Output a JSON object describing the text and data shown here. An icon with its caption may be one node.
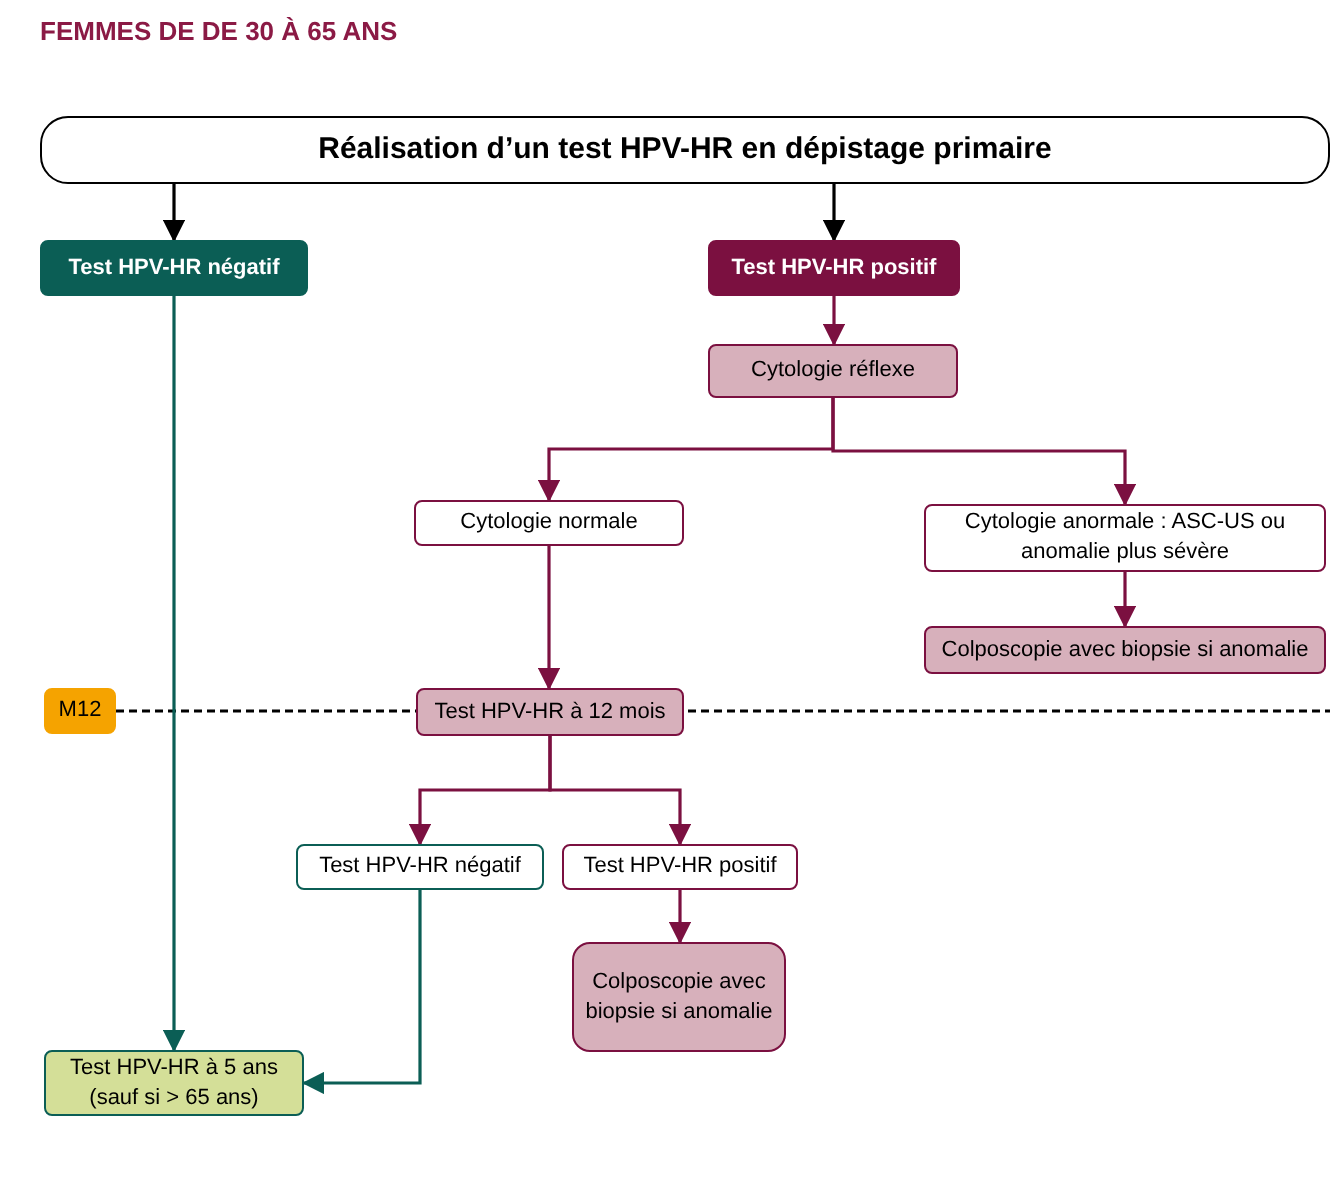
{
  "diagram": {
    "title": "FEMMES DE DE 30 À 65 ANS",
    "nodes": [
      {
        "text": [
          "Réalisation d’un test HPV-HR en dépistage primaire"
        ]
      },
      {
        "text": [
          "Test HPV-HR négatif"
        ]
      },
      {
        "text": [
          "Test HPV-HR positif"
        ]
      },
      {
        "text": [
          "Cytologie réflexe"
        ]
      },
      {
        "text": [
          "Cytologie normale"
        ]
      },
      {
        "text": [
          "Cytologie anormale : ASC-US ou anomalie plus sévère"
        ]
      },
      {
        "text": [
          "Colposcopie avec biopsie si anomalie"
        ]
      },
      {
        "text": [
          "M12"
        ]
      },
      {
        "text": [
          "Test HPV-HR à 12 mois"
        ]
      },
      {
        "text": [
          "Test HPV-HR négatif"
        ]
      },
      {
        "text": [
          "Test HPV-HR positif"
        ]
      },
      {
        "text": [
          "Colposcopie avec biopsie si anomalie"
        ]
      },
      {
        "text": [
          "Test HPV-HR à 5 ans (sauf si > 65 ans)"
        ]
      }
    ],
    "edges": [
      {
        "from": 0,
        "to": 1,
        "arrow": "to",
        "color": "#000000"
      },
      {
        "from": 0,
        "to": 2,
        "arrow": "to",
        "color": "#000000"
      },
      {
        "from": 1,
        "to": 12,
        "arrow": "to",
        "color": "#0b5e55"
      },
      {
        "from": 2,
        "to": 3,
        "arrow": "to"
      },
      {
        "from": 3,
        "to": 4,
        "arrow": "to"
      },
      {
        "from": 3,
        "to": 5,
        "arrow": "to"
      },
      {
        "from": 4,
        "to": 8,
        "arrow": "to"
      },
      {
        "from": 5,
        "to": 6,
        "arrow": "to"
      },
      {
        "from": 8,
        "to": 9,
        "arrow": "to"
      },
      {
        "from": 8,
        "to": 10,
        "arrow": "to"
      },
      {
        "from": 10,
        "to": 11,
        "arrow": "to"
      },
      {
        "from": 9,
        "to": 12,
        "arrow": "to",
        "color": "#0b5e55"
      }
    ]
  }
}
